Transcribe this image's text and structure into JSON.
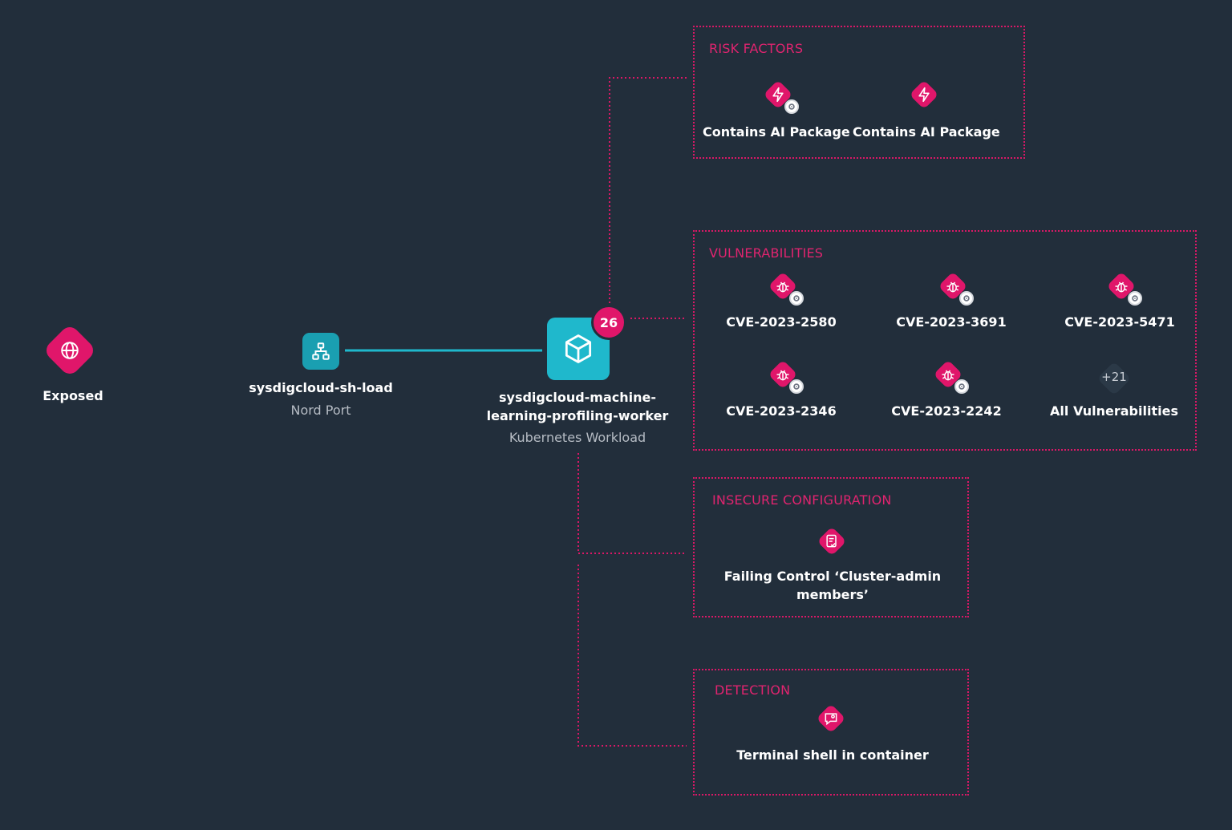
{
  "nodes": {
    "exposed": {
      "label": "Exposed"
    },
    "load_balancer": {
      "label": "sysdigcloud-sh-load",
      "type": "Nord Port"
    },
    "workload": {
      "label_line1": "sysdigcloud-machine-",
      "label_line2": "learning-profiling-worker",
      "type": "Kubernetes Workload",
      "badge": "26"
    }
  },
  "groups": {
    "risk_factors": {
      "title": "RISK FACTORS",
      "items": [
        {
          "label": "Contains AI Package",
          "icon": "lightning-icon"
        },
        {
          "label": "Contains AI Package",
          "icon": "lightning-icon"
        }
      ]
    },
    "vulnerabilities": {
      "title": "VULNERABILITIES",
      "items": [
        {
          "label": "CVE-2023-2580",
          "icon": "bug-icon"
        },
        {
          "label": "CVE-2023-3691",
          "icon": "bug-icon"
        },
        {
          "label": "CVE-2023-5471",
          "icon": "bug-icon"
        },
        {
          "label": "CVE-2023-2346",
          "icon": "bug-icon"
        },
        {
          "label": "CVE-2023-2242",
          "icon": "bug-icon"
        }
      ],
      "more": {
        "count": "+21",
        "label": "All Vulnerabilities"
      }
    },
    "insecure_configuration": {
      "title": "INSECURE CONFIGURATION",
      "item": {
        "label_line1": "Failing Control ‘Cluster-admin",
        "label_line2": "members’",
        "icon": "checklist-icon"
      }
    },
    "detection": {
      "title": "DETECTION",
      "item": {
        "label": "Terminal shell in container",
        "icon": "chat-alert-icon"
      }
    }
  },
  "colors": {
    "background": "#222e3b",
    "accent_pink": "#e0166a",
    "accent_teal": "#1fb8cc",
    "text": "#ffffff",
    "muted": "#b6bcc4"
  }
}
